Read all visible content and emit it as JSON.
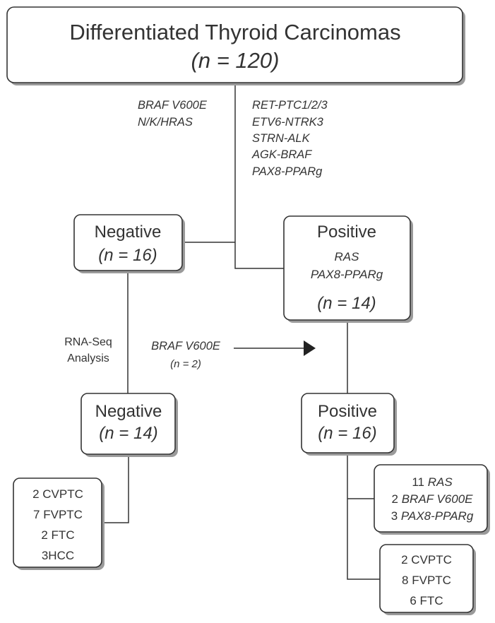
{
  "top": {
    "title": "Differentiated Thyroid Carcinomas",
    "n": "(n = 120)"
  },
  "left_panel_labels": [
    "BRAF V600E",
    "N/K/HRAS"
  ],
  "right_panel_labels": [
    "RET-PTC1/2/3",
    "ETV6-NTRK3",
    "STRN-ALK",
    "AGK-BRAF",
    "PAX8-PPARg"
  ],
  "negative1": {
    "title": "Negative",
    "n": "(n = 16)"
  },
  "positive1": {
    "title": "Positive",
    "genes": [
      "RAS",
      "PAX8-PPARg"
    ],
    "n": "(n = 14)"
  },
  "rnaseq": {
    "line1": "RNA-Seq",
    "line2": "Analysis"
  },
  "transfer": {
    "gene": "BRAF V600E",
    "n": "(n = 2)"
  },
  "negative2": {
    "title": "Negative",
    "n": "(n = 14)"
  },
  "positive2": {
    "title": "Positive",
    "n": "(n = 16)"
  },
  "negative_histology": [
    "2 CVPTC",
    "7 FVPTC",
    "2 FTC",
    "3HCC"
  ],
  "positive_mutations": [
    {
      "count": "11",
      "gene": "RAS"
    },
    {
      "count": "2",
      "gene": "BRAF V600E"
    },
    {
      "count": "3",
      "gene": "PAX8-PPARg"
    }
  ],
  "positive_histology": [
    "2 CVPTC",
    "8 FVPTC",
    "6 FTC"
  ]
}
